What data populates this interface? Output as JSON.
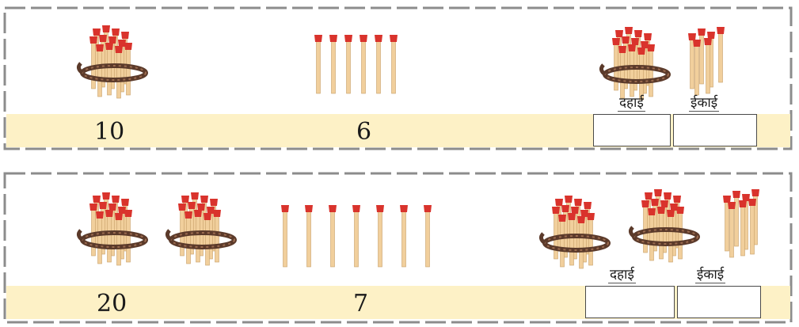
{
  "rows": [
    {
      "tens_number": "10",
      "ones_number": "6",
      "tens_label": "दहाई",
      "ones_label": "ईकाई",
      "tens_box_value": "",
      "ones_box_value": ""
    },
    {
      "tens_number": "20",
      "ones_number": "7",
      "tens_label": "दहाई",
      "ones_label": "ईकाई",
      "tens_box_value": "",
      "ones_box_value": ""
    }
  ],
  "colors": {
    "band": "#fdf1c6",
    "frame": "#8c8c8c",
    "stick": "#f1cf9c",
    "match_head": "#d9332c",
    "rope": "#5b3a2a"
  },
  "icons": [
    "matchstick-bundle-icon",
    "matchstick-icon"
  ]
}
